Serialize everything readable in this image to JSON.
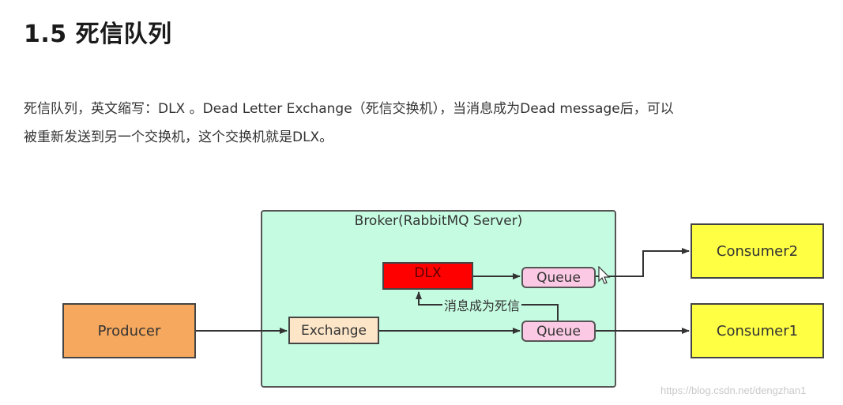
{
  "heading": "1.5 死信队列",
  "paragraph": {
    "line1": "死信队列，英文缩写：DLX 。Dead Letter Exchange（死信交换机），当消息成为Dead message后，可以",
    "line2": "被重新发送到另一个交换机，这个交换机就是DLX。"
  },
  "diagram": {
    "broker_label": "Broker(RabbitMQ Server)",
    "producer": "Producer",
    "exchange": "Exchange",
    "dlx": "DLX",
    "queue_top": "Queue",
    "queue_bottom": "Queue",
    "consumer2": "Consumer2",
    "consumer1": "Consumer1",
    "dead_letter_label": "消息成为死信"
  },
  "colors": {
    "broker_bg": "#c5fce1",
    "producer_bg": "#f6a85e",
    "exchange_bg": "#fde6c8",
    "dlx_bg": "#ff0000",
    "queue_bg": "#fbc9e4",
    "consumer_bg": "#ffff44"
  },
  "watermark": "https://blog.csdn.net/dengzhan1"
}
